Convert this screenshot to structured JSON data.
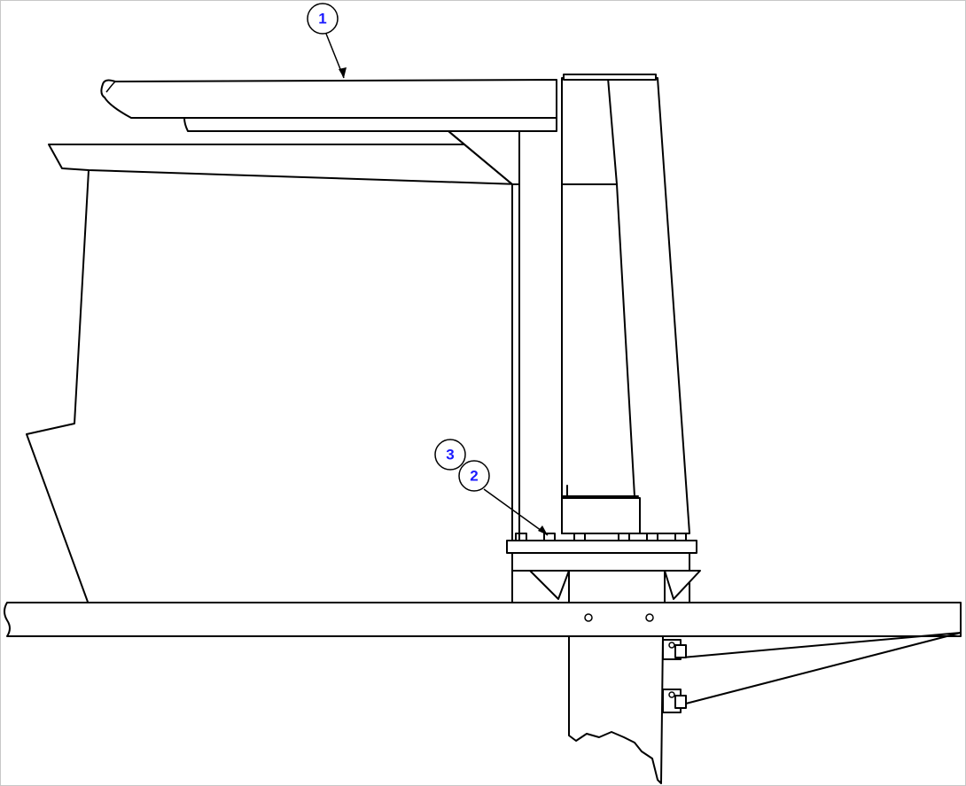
{
  "diagram": {
    "callouts": [
      {
        "id": "callout-1",
        "label": "1"
      },
      {
        "id": "callout-2",
        "label": "2"
      },
      {
        "id": "callout-3",
        "label": "3"
      }
    ]
  }
}
